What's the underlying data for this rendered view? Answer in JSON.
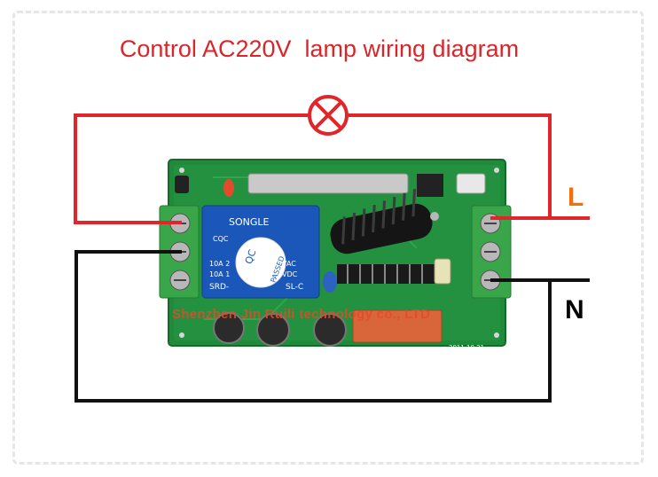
{
  "title": "Control AC220V  lamp wiring diagram",
  "label_live": "L",
  "label_neutral": "N",
  "board": {
    "relay_brand": "SONGLE",
    "relay_model": "SRD-",
    "relay_suffix": "SL-C",
    "relay_rating_a": "10A 2",
    "relay_rating_b": "10A 1",
    "relay_volt_a": "VAC",
    "relay_volt_b": "VDC",
    "qc_stamp_a": "QC",
    "qc_stamp_b": "PASSED",
    "cqc_mark": "CQC",
    "date_code": "2011.10.31",
    "watermark": "Shenzhen Jin Ruili technology co., LTD"
  },
  "colors": {
    "live_wire": "#e0262b",
    "neutral_wire": "#111111",
    "pcb": "#1f8a3a",
    "relay": "#1b57b8",
    "terminal": "#3aa64a",
    "title": "#d8262a",
    "L_label": "#f0700a"
  },
  "icons": {
    "lamp": "lamp-symbol-icon"
  }
}
